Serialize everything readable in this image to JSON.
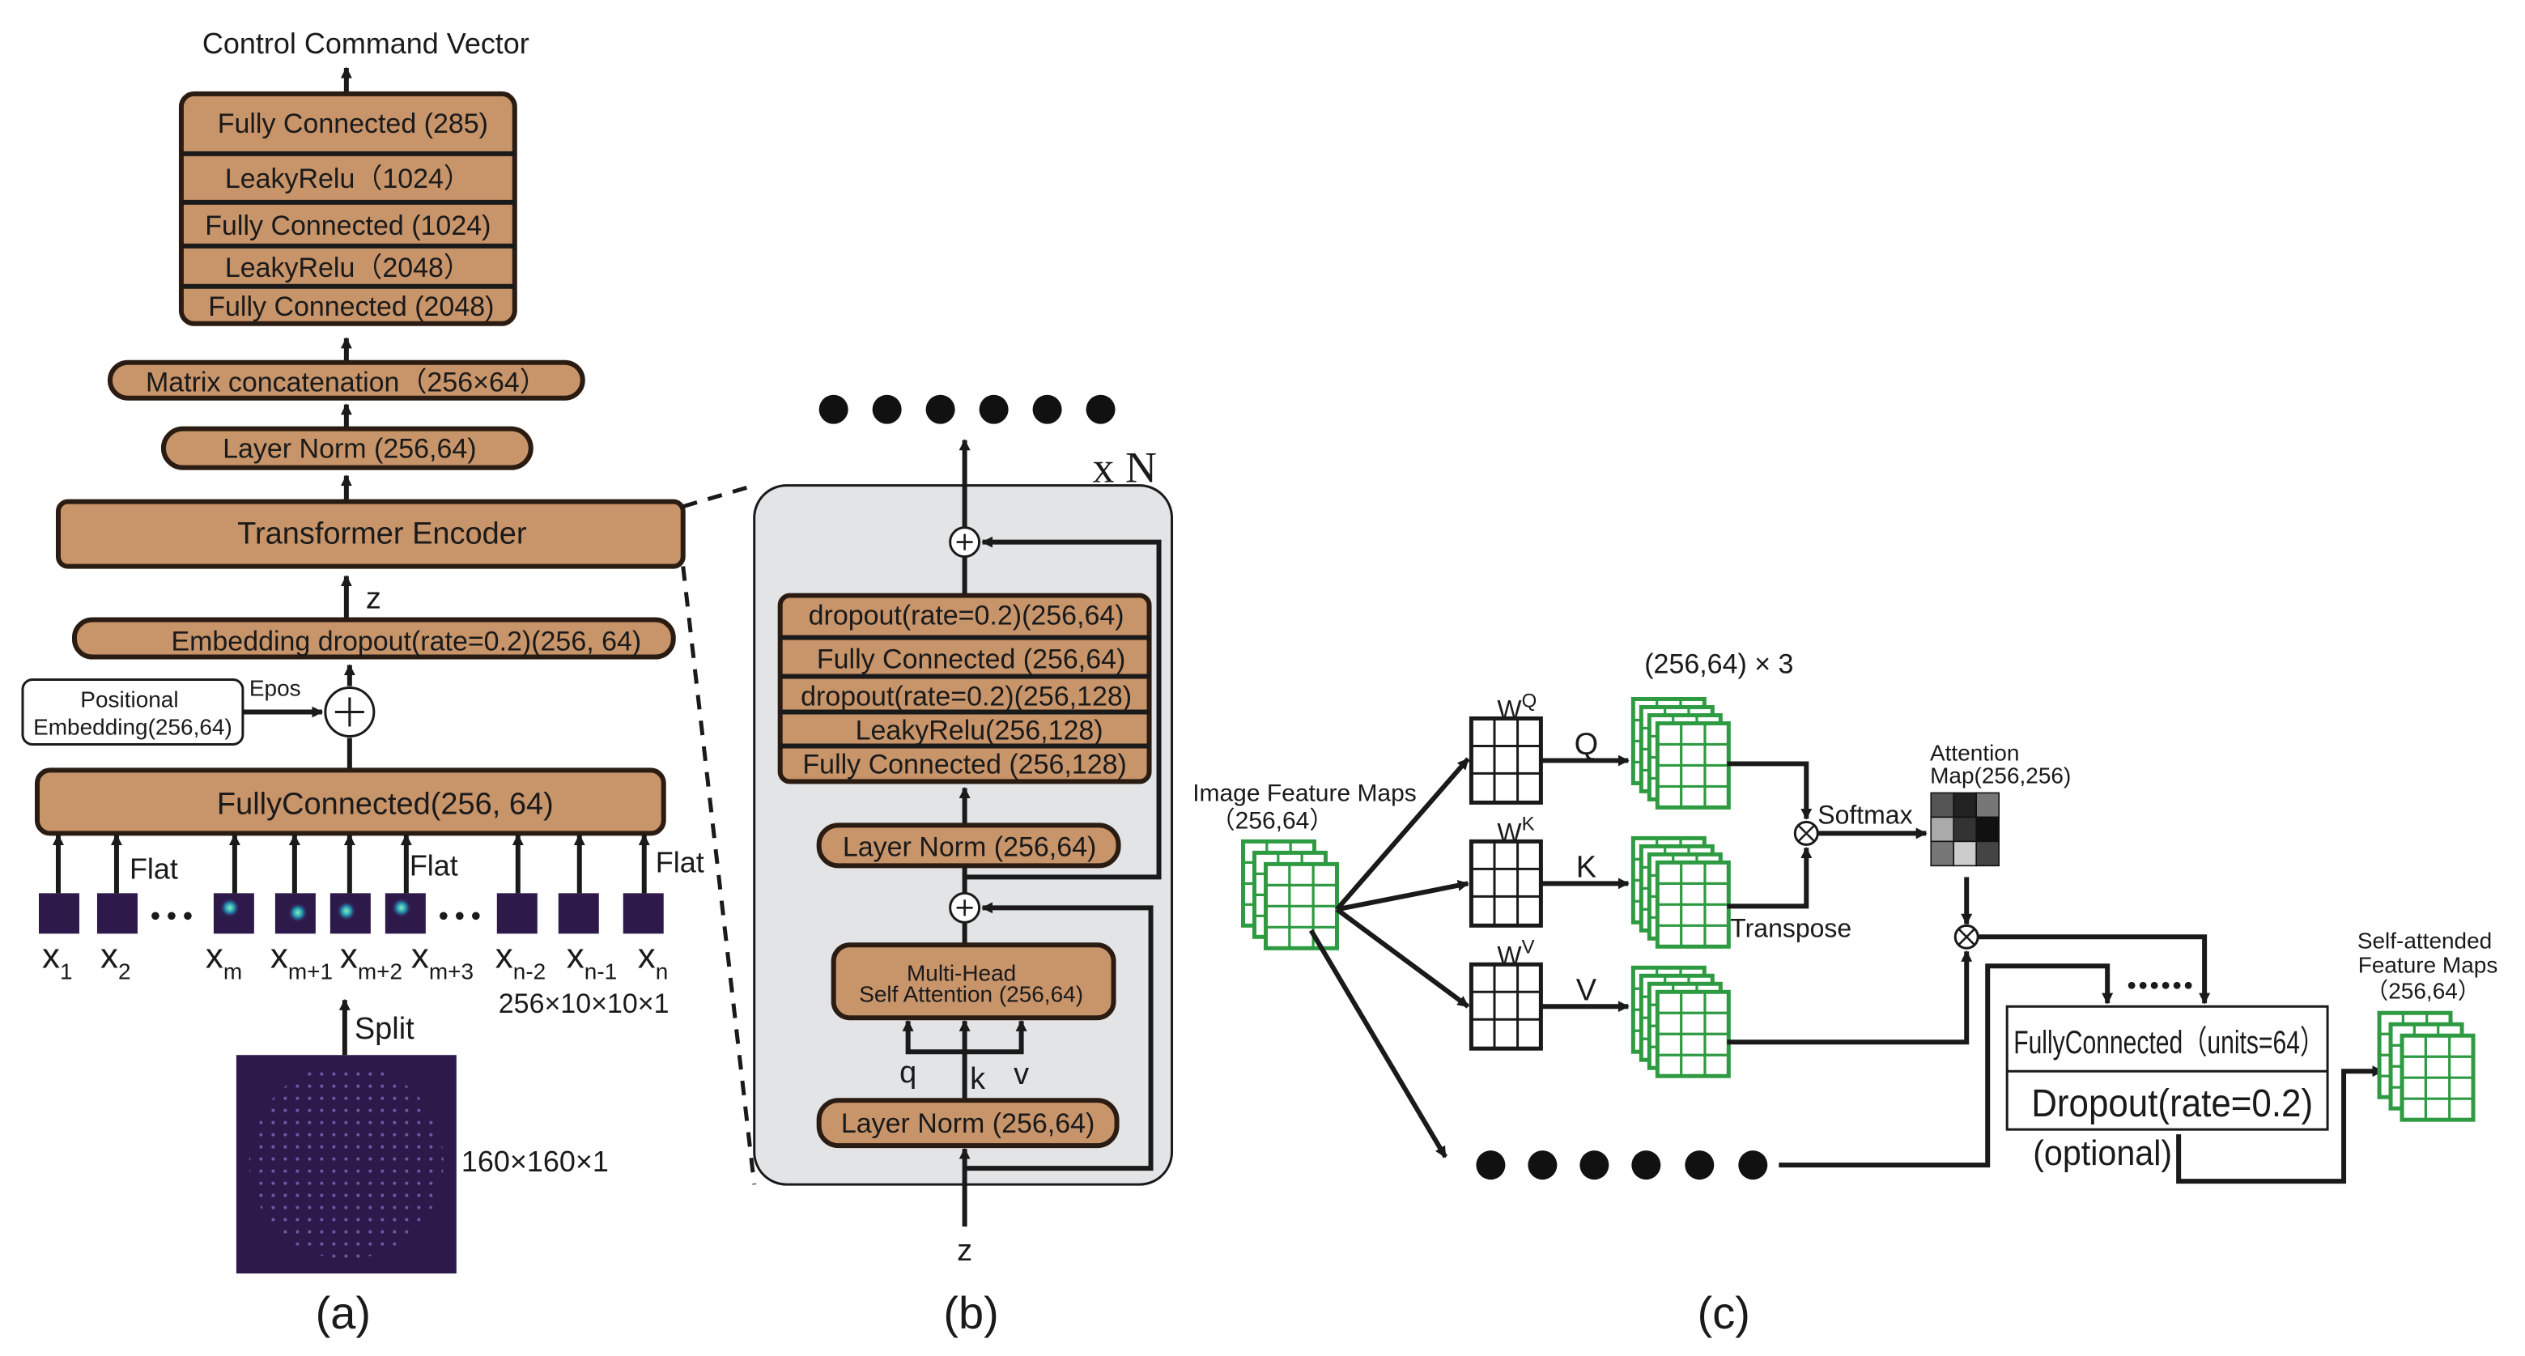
{
  "panel_a": {
    "label": "(a)",
    "output": "Control Command Vector",
    "mlp_layers": [
      "Fully Connected (285)",
      "LeakyRelu（1024）",
      "Fully Connected (1024)",
      "LeakyRelu（2048）",
      "Fully Connected (2048)"
    ],
    "matrix_concat": "Matrix concatenation（256×64）",
    "layer_norm": "Layer Norm (256,64)",
    "transformer": "Transformer Encoder",
    "z_label": "z",
    "embed_dropout": "Embedding dropout(rate=0.2)(256, 64)",
    "positional": [
      "Positional",
      "Embedding(256,64)"
    ],
    "epos": "Epos",
    "fully_connected": "FullyConnected(256, 64)",
    "flat": "Flat",
    "patch_labels": [
      {
        "main": "x",
        "sub": "1"
      },
      {
        "main": "x",
        "sub": "2"
      },
      {
        "main": "x",
        "sub": "m"
      },
      {
        "main": "x",
        "sub": "m+1"
      },
      {
        "main": "x",
        "sub": "m+2"
      },
      {
        "main": "x",
        "sub": "m+3"
      },
      {
        "main": "x",
        "sub": "n-2"
      },
      {
        "main": "x",
        "sub": "n-1"
      },
      {
        "main": "x",
        "sub": "n"
      }
    ],
    "patch_dims": "256×10×10×1",
    "split": "Split",
    "input_dims": "160×160×1"
  },
  "panel_b": {
    "label": "(b)",
    "repeat": "x N",
    "mlp_layers": [
      "dropout(rate=0.2)(256,64)",
      "Fully Connected (256,64)",
      "dropout(rate=0.2)(256,128)",
      "LeakyRelu(256,128)",
      "Fully Connected (256,128)"
    ],
    "layer_norm_top": "Layer Norm (256,64)",
    "attention": [
      "Multi-Head",
      "Self  Attention (256,64)"
    ],
    "layer_norm_bottom": "Layer Norm (256,64)",
    "q": "q",
    "k": "k",
    "v": "v",
    "z": "z"
  },
  "panel_c": {
    "label": "(c)",
    "input": [
      "Image Feature Maps",
      "（256,64）"
    ],
    "qkv_dims": "(256,64) × 3",
    "weights": [
      {
        "main": "W",
        "sup": "Q"
      },
      {
        "main": "W",
        "sup": "K"
      },
      {
        "main": "W",
        "sup": "V"
      }
    ],
    "q": "Q",
    "k": "K",
    "v": "V",
    "transpose": "Transpose",
    "softmax": "Softmax",
    "attn_map": [
      "Attention",
      "Map(256,256)"
    ],
    "fc": "FullyConnected（units=64）",
    "dropout": "Dropout(rate=0.2)",
    "optional": "(optional)",
    "output": [
      "Self-attended",
      "Feature Maps",
      "（256,64）"
    ]
  },
  "colors": {
    "block": "#c8946a",
    "panel_bg": "#e3e4e6",
    "grid": "#2e9a42",
    "input_bg": "#2e1a4a"
  }
}
